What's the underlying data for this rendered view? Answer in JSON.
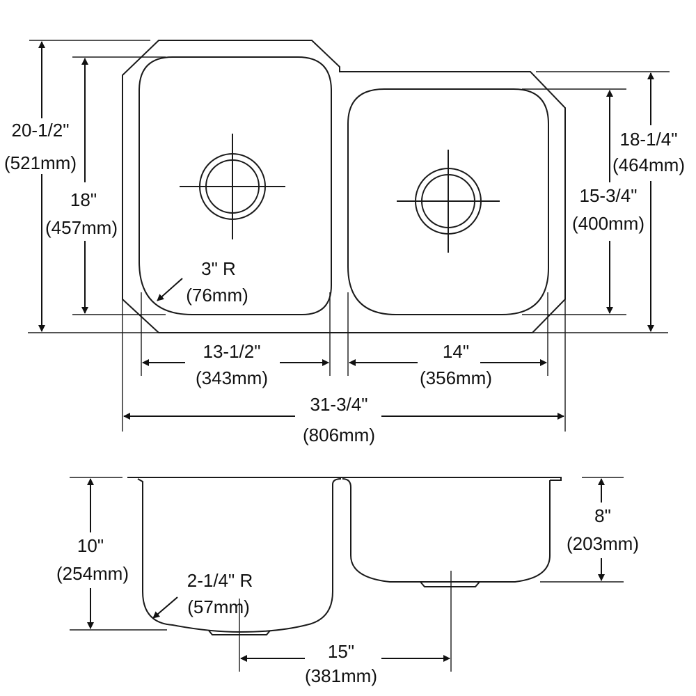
{
  "top_view": {
    "overall_depth": {
      "in": "20-1/2\"",
      "mm": "(521mm)"
    },
    "left_bowl_depth": {
      "in": "18\"",
      "mm": "(457mm)"
    },
    "corner_radius": {
      "in": "3\" R",
      "mm": "(76mm)"
    },
    "right_overall_depth": {
      "in": "18-1/4\"",
      "mm": "(464mm)"
    },
    "right_bowl_depth": {
      "in": "15-3/4\"",
      "mm": "(400mm)"
    },
    "left_bowl_width": {
      "in": "13-1/2\"",
      "mm": "(343mm)"
    },
    "right_bowl_width": {
      "in": "14\"",
      "mm": "(356mm)"
    },
    "overall_width": {
      "in": "31-3/4\"",
      "mm": "(806mm)"
    }
  },
  "side_view": {
    "left_bowl_height": {
      "in": "10\"",
      "mm": "(254mm)"
    },
    "bottom_radius": {
      "in": "2-1/4\" R",
      "mm": "(57mm)"
    },
    "right_bowl_height": {
      "in": "8\"",
      "mm": "(203mm)"
    },
    "drain_spacing": {
      "in": "15\"",
      "mm": "(381mm)"
    }
  },
  "colors": {
    "line": "#1a1a1a",
    "background": "#ffffff"
  }
}
